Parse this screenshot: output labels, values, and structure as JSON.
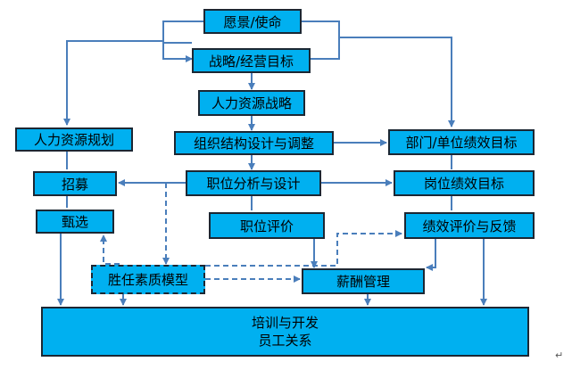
{
  "nodes": {
    "vision": "愿景/使命",
    "strategy": "战略/经营目标",
    "hr_strategy": "人力资源战略",
    "hr_planning": "人力资源规划",
    "org_design": "组织结构设计与调整",
    "dept_goals": "部门/单位绩效目标",
    "recruit": "招募",
    "job_analysis": "职位分析与设计",
    "post_goals": "岗位绩效目标",
    "selection": "甄选",
    "job_eval": "职位评价",
    "perf_eval": "绩效评价与反馈",
    "competency": "胜任素质模型",
    "compensation": "薪酬管理",
    "training": "培训与开发",
    "relations": "员工关系"
  },
  "paragraph_mark": "↵",
  "colors": {
    "box_fill": "#00b0f0",
    "box_border": "#1c2733",
    "arrow": "#4a7ebb"
  }
}
